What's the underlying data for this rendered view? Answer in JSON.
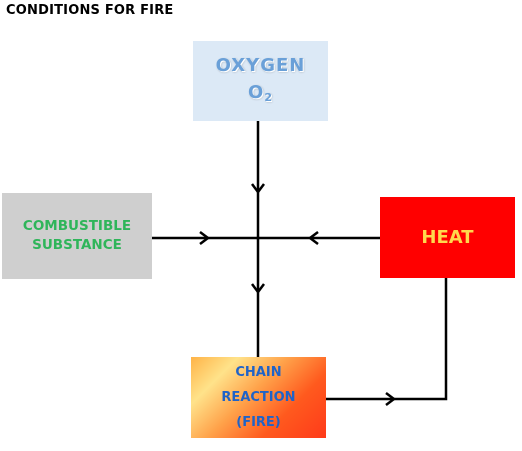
{
  "title": "CONDITIONS FOR FIRE",
  "nodes": {
    "oxygen": {
      "line1": "OXYGEN",
      "line2_base": "O",
      "line2_sub": "2"
    },
    "combustible": {
      "line1": "COMBUSTIBLE",
      "line2": "SUBSTANCE"
    },
    "heat": {
      "label": "HEAT"
    },
    "chain": {
      "line1": "CHAIN",
      "line2": "REACTION",
      "line3": "(FIRE)"
    }
  },
  "colors": {
    "oxygen_bg": "#dce9f6",
    "oxygen_text": "#6aa0d8",
    "combustible_bg": "#cfcfcf",
    "combustible_text": "#2fb55a",
    "heat_bg": "#ff0000",
    "heat_text": "#ffd84d",
    "chain_text": "#1f63c8",
    "connector": "#000000"
  }
}
